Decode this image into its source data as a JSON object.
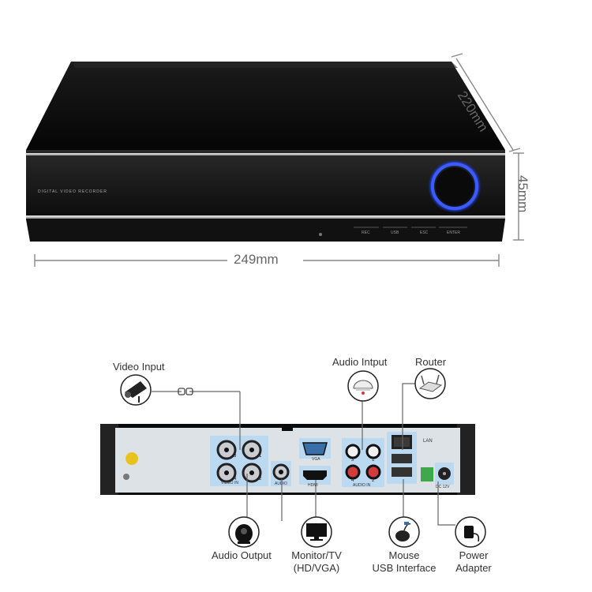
{
  "dimensions": {
    "depth": "220mm",
    "height": "45mm",
    "width": "249mm"
  },
  "front_panel": {
    "model_text": "DIGITAL VIDEO RECORDER",
    "buttons": [
      "REC",
      "USB",
      "ESC",
      "ENTER"
    ]
  },
  "rear_panel": {
    "port_labels": {
      "video_in": "VIDEO IN",
      "audio_out": "AUDIO",
      "vga": "VGA",
      "hdmi": "HDMI",
      "audio_in": "AUDIO IN",
      "lan": "LAN",
      "power": "DC 12V"
    },
    "channels_video": [
      "3",
      "1",
      "4",
      "2"
    ],
    "channels_audio": [
      "3",
      "1",
      "4",
      "2"
    ]
  },
  "callouts": {
    "video_input": "Video Input",
    "audio_input": "Audio Intput",
    "router": "Router",
    "audio_output": "Audio Output",
    "monitor_line1": "Monitor/TV",
    "monitor_line2": "(HD/VGA)",
    "mouse_line1": "Mouse",
    "mouse_line2": "USB Interface",
    "power_line1": "Power",
    "power_line2": "Adapter"
  },
  "colors": {
    "device_body": "#111111",
    "ring_glow": "#2a4cff",
    "rear_panel": "#dfe3e8",
    "port_highlight": "#bcd9f2",
    "connector_line": "#666666"
  },
  "icons": [
    "camera-icon",
    "microphone-icon",
    "router-icon",
    "speaker-icon",
    "monitor-icon",
    "mouse-icon",
    "power-adapter-icon"
  ]
}
